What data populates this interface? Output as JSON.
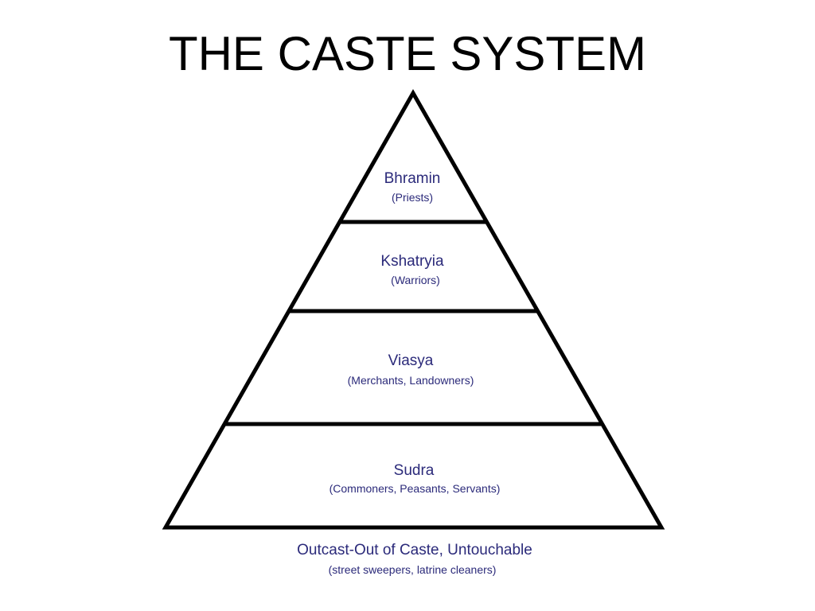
{
  "title": "THE CASTE SYSTEM",
  "colors": {
    "outline": "#000000",
    "label_text": "#2b2a7a",
    "background": "#ffffff"
  },
  "pyramid": {
    "tiers": [
      {
        "name": "Bhramin",
        "desc": "(Priests)"
      },
      {
        "name": "Kshatryia",
        "desc": "(Warriors)"
      },
      {
        "name": "Viasya",
        "desc": "(Merchants, Landowners)"
      },
      {
        "name": "Sudra",
        "desc": "(Commoners, Peasants, Servants)"
      }
    ]
  },
  "outcast": {
    "name": "Outcast-Out of Caste, Untouchable",
    "desc": "(street sweepers, latrine cleaners)"
  }
}
